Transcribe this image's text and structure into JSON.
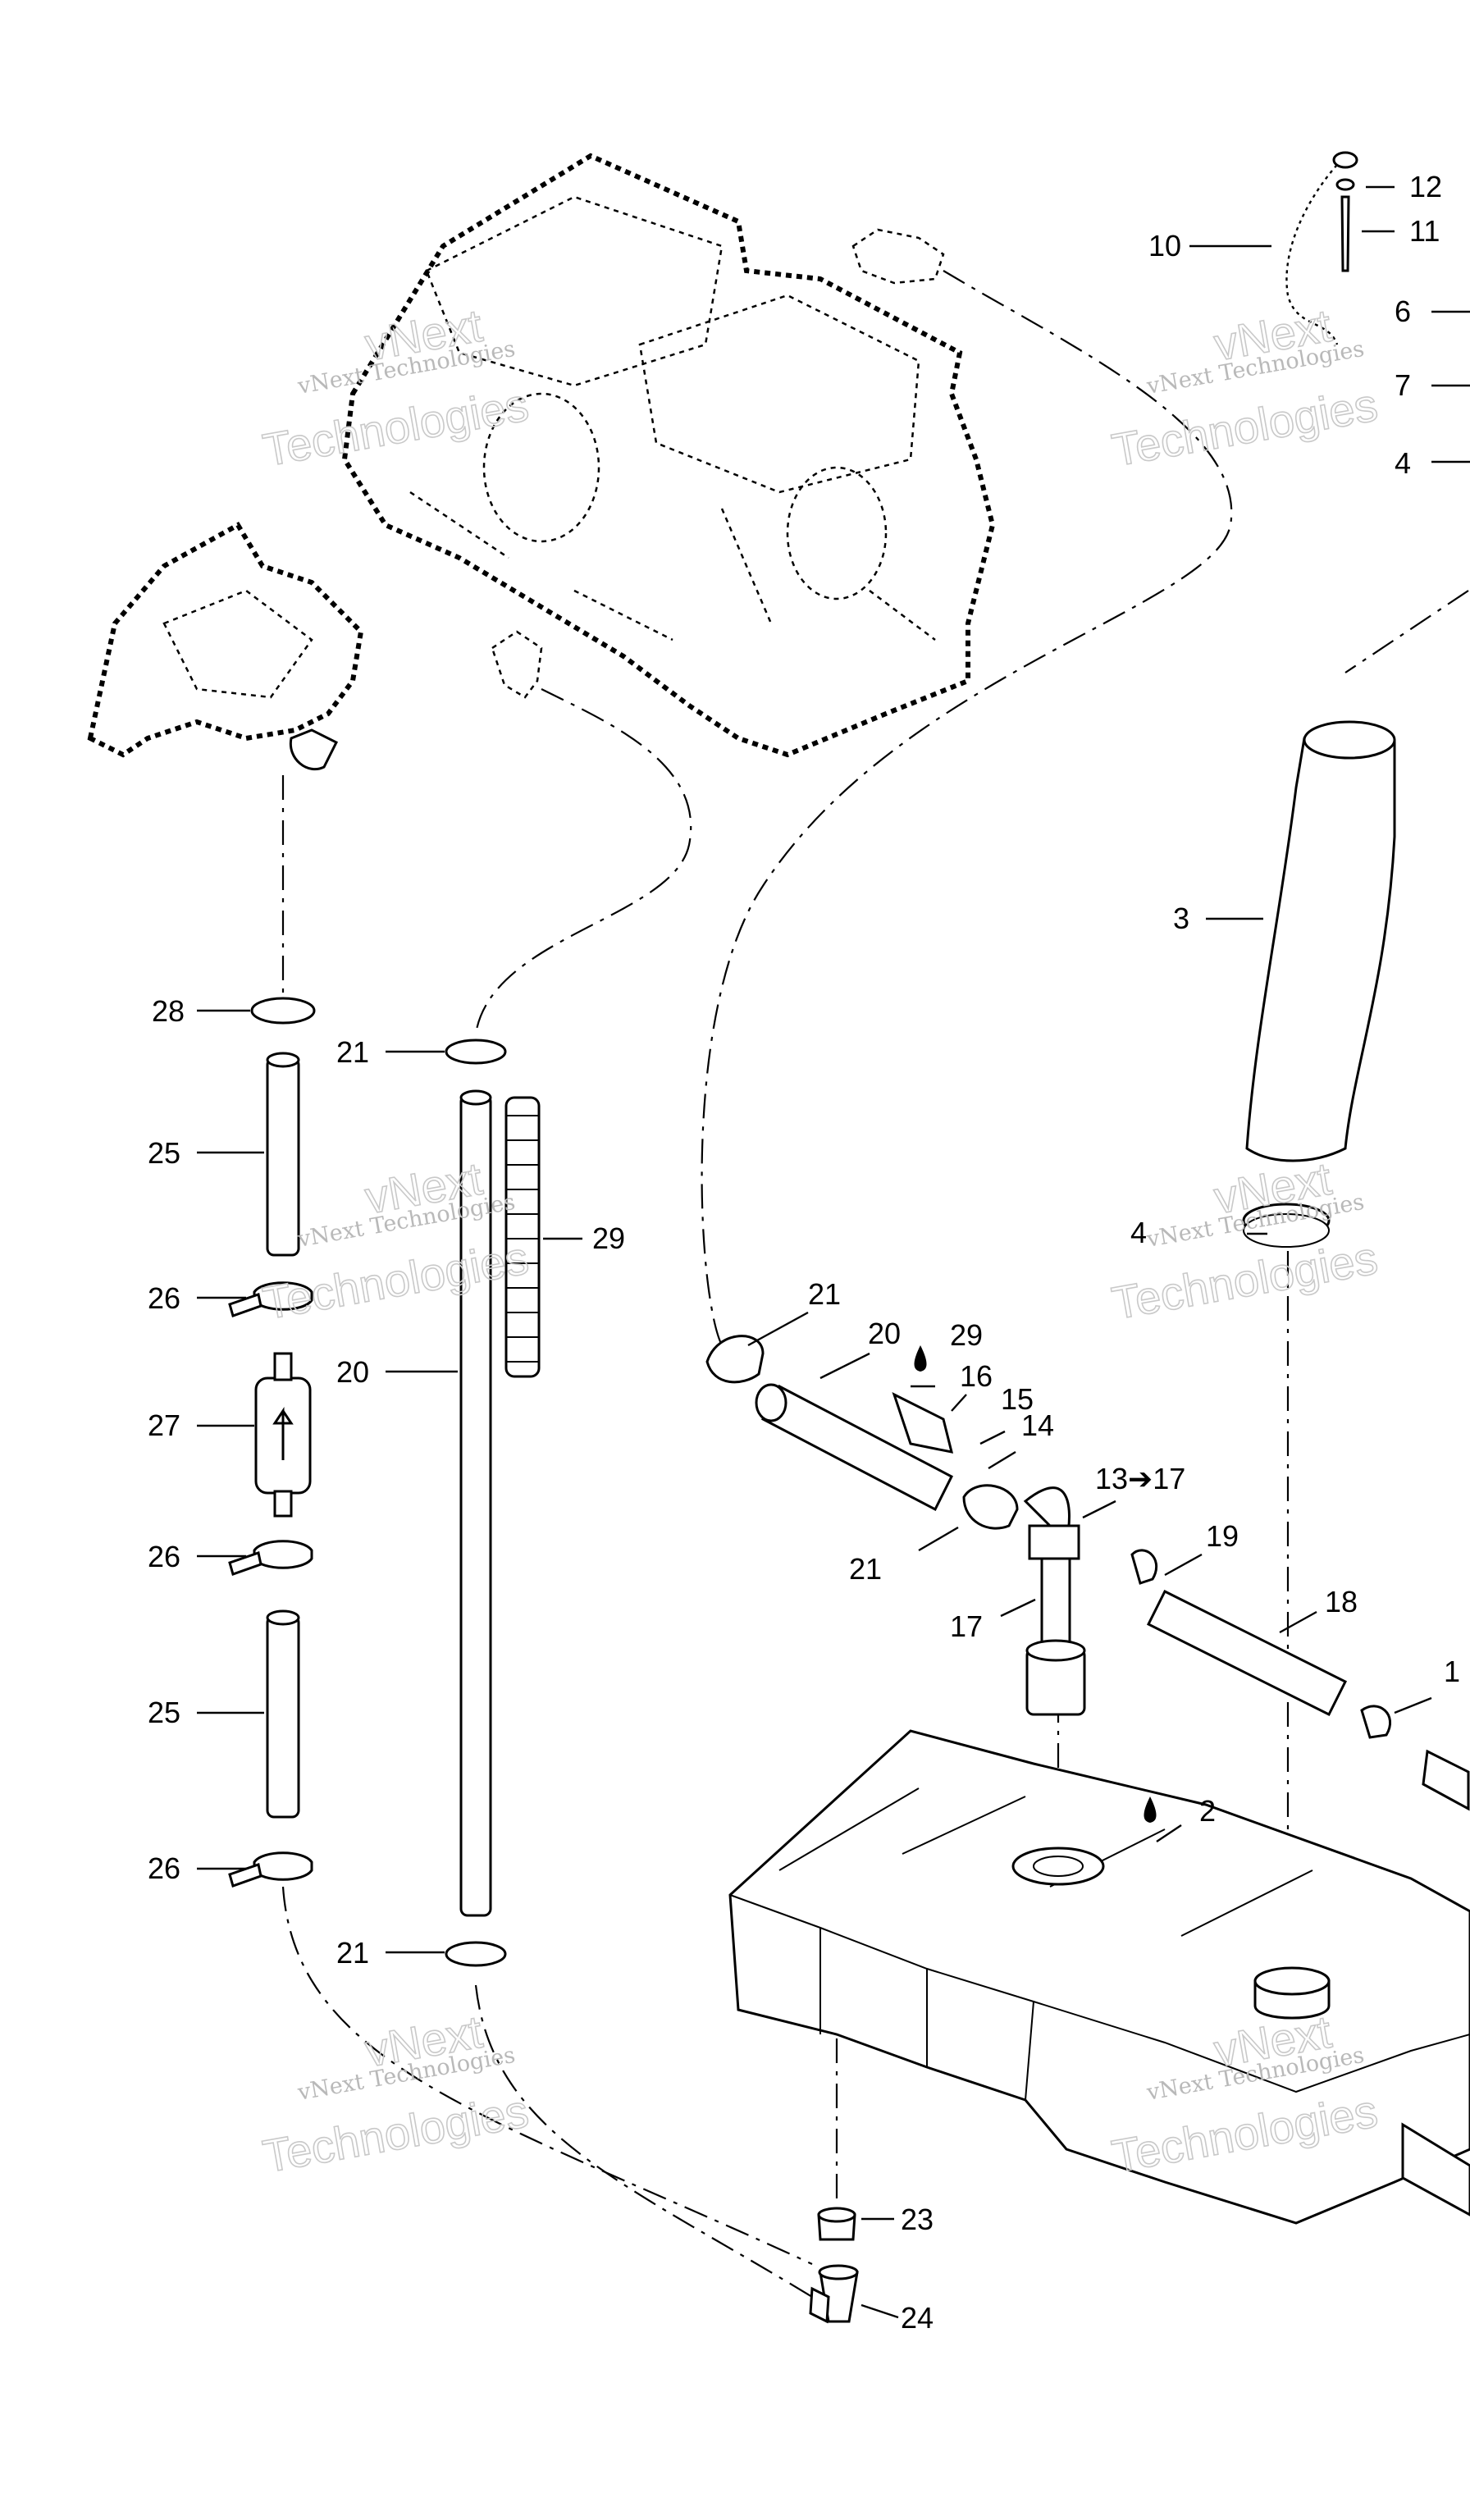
{
  "diagram": {
    "watermark": {
      "line1": "vNext Technologies",
      "line2": "Technologies",
      "line3": "vNext"
    },
    "callouts": {
      "c1": "1",
      "c2": "2",
      "c3": "3",
      "c4a": "4",
      "c4b": "4",
      "c6": "6",
      "c7": "7",
      "c10": "10",
      "c11": "11",
      "c12": "12",
      "c13": "13➔17",
      "c14": "14",
      "c15": "15",
      "c16": "16",
      "c17": "17",
      "c18": "18",
      "c19": "19",
      "c20a": "20",
      "c20b": "20",
      "c21a": "21",
      "c21b": "21",
      "c21c": "21",
      "c21d": "21",
      "c23": "23",
      "c24": "24",
      "c25a": "25",
      "c25b": "25",
      "c26a": "26",
      "c26b": "26",
      "c26c": "26",
      "c27": "27",
      "c28": "28",
      "c29a": "29",
      "c29b": "29"
    },
    "colors": {
      "line": "#000000",
      "watermark": "#bdbdbd",
      "background": "#ffffff"
    }
  }
}
